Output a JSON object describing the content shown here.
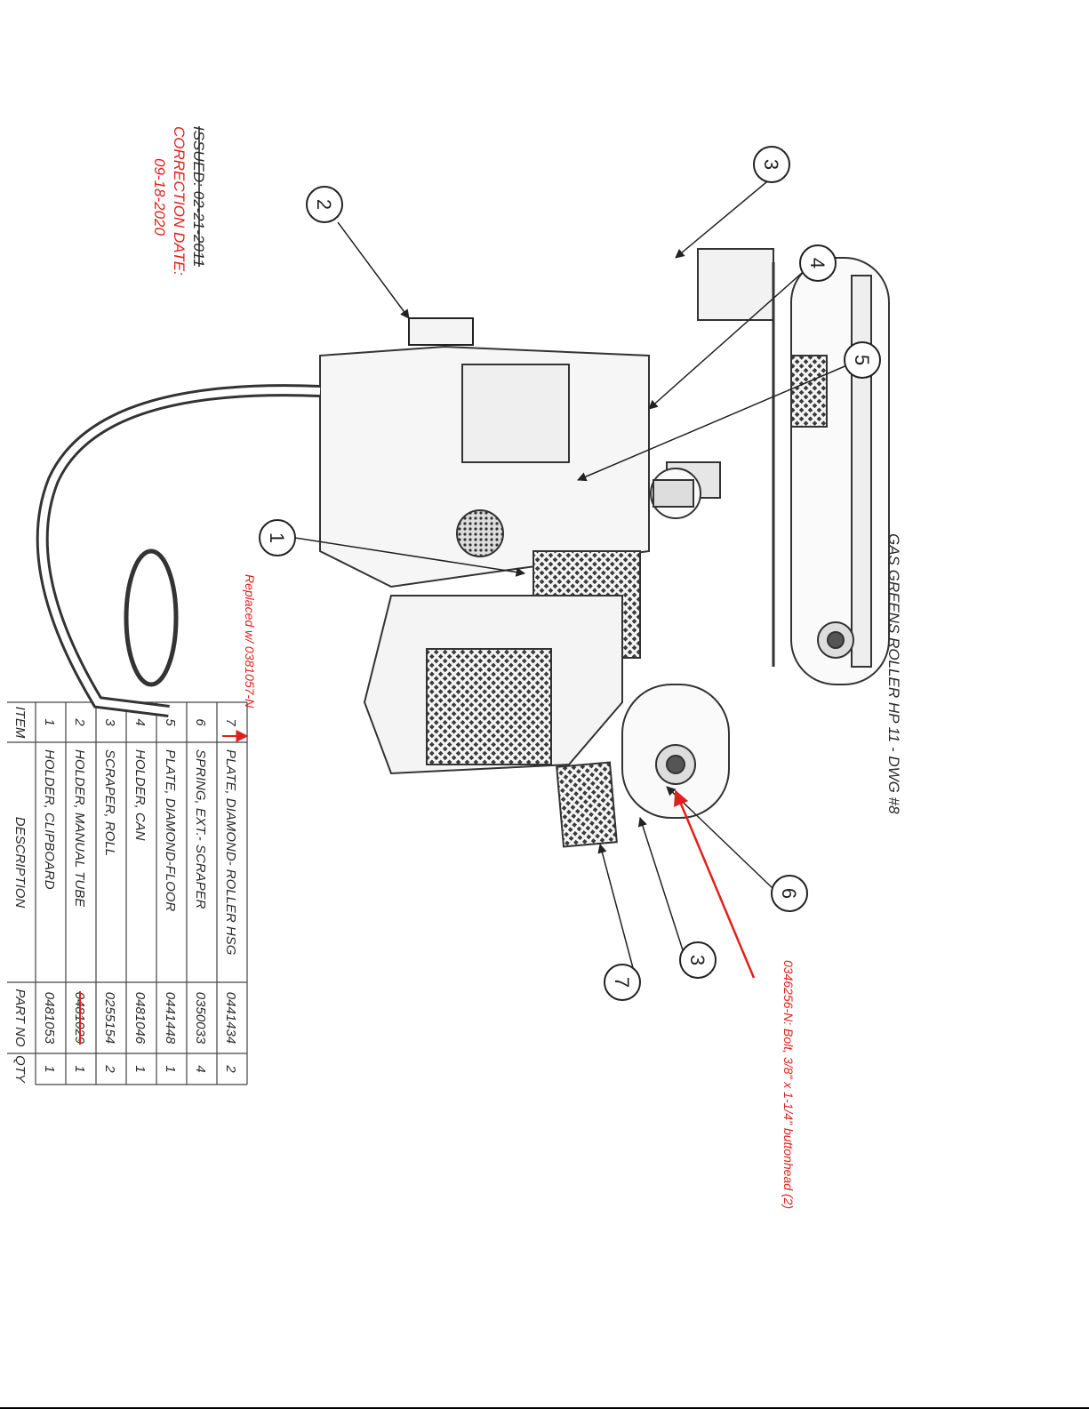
{
  "header": {
    "issued": "ISSUED: 02-21-2011",
    "correction_label": "CORRECTION DATE:",
    "correction_date": "09-18-2020"
  },
  "parts_table": {
    "headers": {
      "item": "ITEM",
      "description": "DESCRIPTION",
      "part_no": "PART NO",
      "qty": "QTY"
    },
    "rows": [
      {
        "item": "1",
        "description": "HOLDER, CLIPBOARD",
        "part_no": "0481053",
        "qty": "1",
        "struck": false
      },
      {
        "item": "2",
        "description": "HOLDER, MANUAL TUBE",
        "part_no": "0481029",
        "qty": "1",
        "struck": true
      },
      {
        "item": "3",
        "description": "SCRAPER, ROLL",
        "part_no": "0255154",
        "qty": "2",
        "struck": false
      },
      {
        "item": "4",
        "description": "HOLDER, CAN",
        "part_no": "0481046",
        "qty": "1",
        "struck": false
      },
      {
        "item": "5",
        "description": "PLATE, DIAMOND-FLOOR",
        "part_no": "0441448",
        "qty": "1",
        "struck": false
      },
      {
        "item": "6",
        "description": "SPRING, EXT.- SCRAPER",
        "part_no": "0350033",
        "qty": "4",
        "struck": false
      },
      {
        "item": "7",
        "description": "PLATE, DIAMOND- ROLLER HSG",
        "part_no": "0441434",
        "qty": "2",
        "struck": false
      }
    ]
  },
  "annotations": {
    "replaced": "Replaced w/ 0381057-N",
    "bolt_note": "0346256-N: Bolt, 3/8\" x 1-1/4\" buttonhead (2)"
  },
  "callouts": [
    "1",
    "2",
    "3",
    "4",
    "5",
    "3",
    "6",
    "7"
  ],
  "drawing_title": "GAS GREENS ROLLER HP 11 - DWG #8",
  "colors": {
    "ink": "#2a2a2a",
    "correction": "#e0201c",
    "line": "#444444"
  }
}
